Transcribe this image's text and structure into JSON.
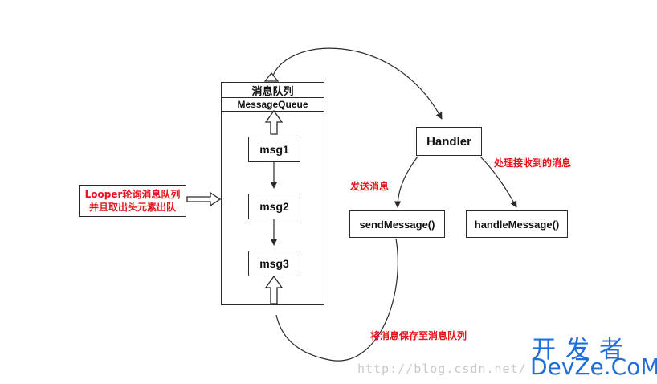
{
  "queue": {
    "title": "消息队列",
    "subtitle": "MessageQueue",
    "messages": [
      "msg1",
      "msg2",
      "msg3"
    ]
  },
  "looper": {
    "line1": "Looper轮询消息队列",
    "line2": "并且取出头元素出队"
  },
  "handler": {
    "label": "Handler"
  },
  "send": {
    "label": "sendMessage()"
  },
  "handle": {
    "label": "handleMessage()"
  },
  "labels": {
    "send": "发送消息",
    "process": "处理接收到的消息",
    "save": "将消息保存至消息队列"
  },
  "watermark": "http://blog.csdn.net/",
  "logo": {
    "top": "开发者",
    "bottom": "DevZe.CoM"
  },
  "colors": {
    "label_red": "#e8141c",
    "logo_blue": "#1e6fd9",
    "stroke": "#2a2a2a"
  }
}
